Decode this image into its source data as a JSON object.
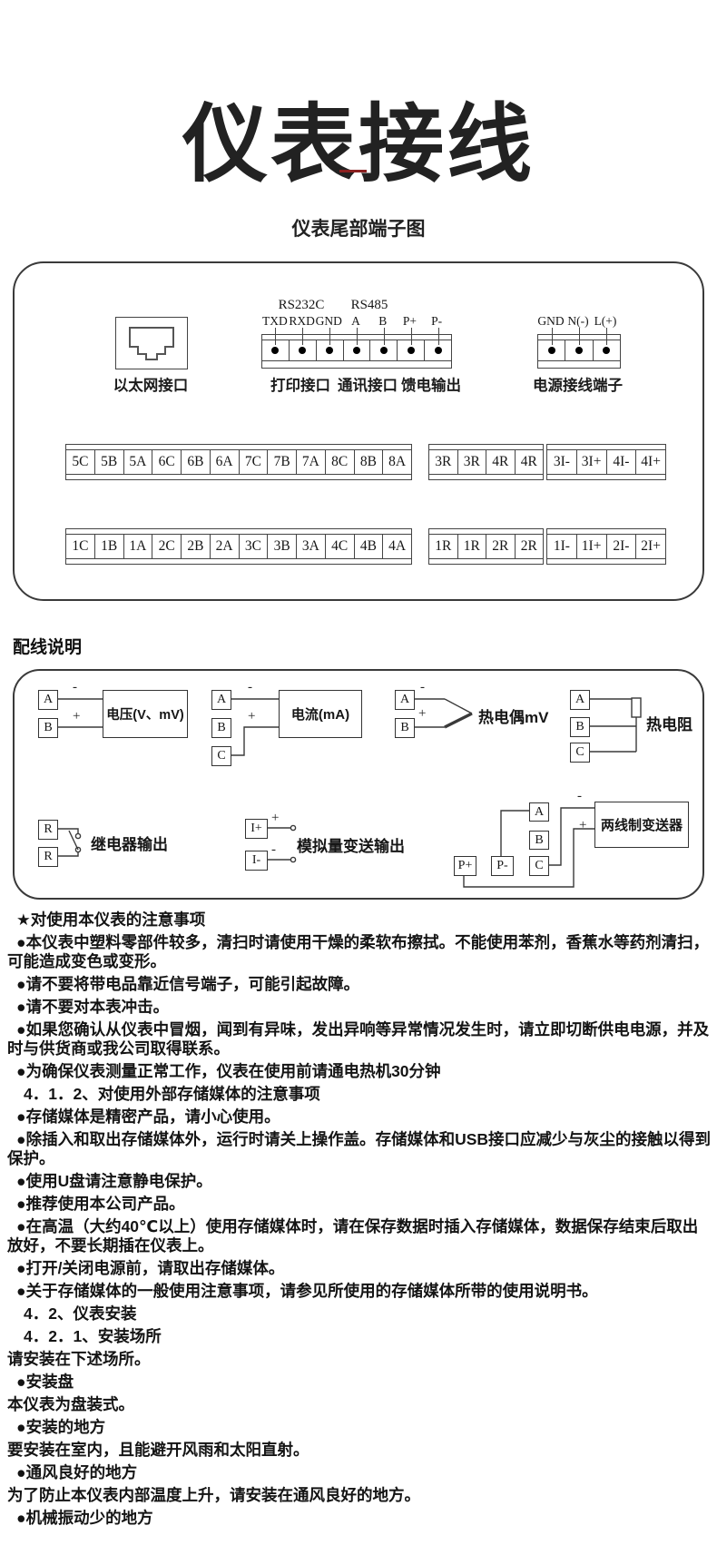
{
  "page": {
    "title": "仪表接线",
    "subtitle": "仪表尾部端子图",
    "divider_color": "#8b2020",
    "wiring_title": "配线说明"
  },
  "terminals": {
    "ethernet_label": "以太网接口",
    "rs232c_label": "RS232C",
    "rs485_label": "RS485",
    "comm_pins": [
      "TXD",
      "RXD",
      "GND",
      "A",
      "B",
      "P+",
      "P-"
    ],
    "print_label": "打印接口",
    "comm_label": "通讯接口",
    "feed_label": "馈电输出",
    "power_pins": [
      "GND",
      "N(-)",
      "L(+)"
    ],
    "power_label": "电源接线端子",
    "row1_main": [
      "5C",
      "5B",
      "5A",
      "6C",
      "6B",
      "6A",
      "7C",
      "7B",
      "7A",
      "8C",
      "8B",
      "8A"
    ],
    "row1_relay": [
      "3R",
      "3R",
      "4R",
      "4R"
    ],
    "row1_current": [
      "3I-",
      "3I+",
      "4I-",
      "4I+"
    ],
    "row2_main": [
      "1C",
      "1B",
      "1A",
      "2C",
      "2B",
      "2A",
      "3C",
      "3B",
      "3A",
      "4C",
      "4B",
      "4A"
    ],
    "row2_relay": [
      "1R",
      "1R",
      "2R",
      "2R"
    ],
    "row2_current": [
      "1I-",
      "1I+",
      "2I-",
      "2I+"
    ]
  },
  "wiring": {
    "voltage": {
      "t1": "A",
      "t2": "B",
      "minus": "-",
      "plus": "+",
      "label": "电压(V、mV)"
    },
    "current": {
      "t1": "A",
      "t2": "B",
      "t3": "C",
      "minus": "-",
      "plus": "+",
      "label": "电流(mA)"
    },
    "thermocouple": {
      "t1": "A",
      "t2": "B",
      "minus": "-",
      "plus": "+",
      "label": "热电偶mV"
    },
    "rtd": {
      "t1": "A",
      "t2": "B",
      "t3": "C",
      "label": "热电阻"
    },
    "relay": {
      "t1": "R",
      "t2": "R",
      "label": "继电器输出"
    },
    "analog_out": {
      "t1": "I+",
      "t2": "I-",
      "plus": "+",
      "minus": "-",
      "label": "模拟量变送输出"
    },
    "transmitter": {
      "p_plus": "P+",
      "p_minus": "P-",
      "t1": "A",
      "t2": "B",
      "t3": "C",
      "minus": "-",
      "plus": "+",
      "label": "两线制变送器"
    }
  },
  "notes": [
    {
      "cls": "note star",
      "text": "★对使用本仪表的注意事项"
    },
    {
      "cls": "note bullet",
      "text": "●本仪表中塑料零部件较多，清扫时请使用干燥的柔软布擦拭。不能使用苯剂，香蕉水等药剂清扫，可能造成变色或变形。"
    },
    {
      "cls": "note bullet",
      "text": "●请不要将带电品靠近信号端子，可能引起故障。"
    },
    {
      "cls": "note bullet",
      "text": "●请不要对本表冲击。"
    },
    {
      "cls": "note bullet",
      "text": "●如果您确认从仪表中冒烟，闻到有异味，发出异响等异常情况发生时，请立即切断供电电源，并及时与供货商或我公司取得联系。"
    },
    {
      "cls": "note bullet",
      "text": "●为确保仪表测量正常工作，仪表在使用前请通电热机30分钟"
    },
    {
      "cls": "note num",
      "text": "4．1．2、对使用外部存储媒体的注意事项"
    },
    {
      "cls": "note bullet",
      "text": "●存储媒体是精密产品，请小心使用。"
    },
    {
      "cls": "note bullet",
      "text": "●除插入和取出存储媒体外，运行时请关上操作盖。存储媒体和USB接口应减少与灰尘的接触以得到保护。"
    },
    {
      "cls": "note bullet",
      "text": "●使用U盘请注意静电保护。"
    },
    {
      "cls": "note bullet",
      "text": "●推荐使用本公司产品。"
    },
    {
      "cls": "note bullet",
      "text": "●在高温（大约40℃以上）使用存储媒体时，请在保存数据时插入存储媒体，数据保存结束后取出放好，不要长期插在仪表上。"
    },
    {
      "cls": "note bullet",
      "text": "●打开/关闭电源前，请取出存储媒体。"
    },
    {
      "cls": "note bullet",
      "text": "●关于存储媒体的一般使用注意事项，请参见所使用的存储媒体所带的使用说明书。"
    },
    {
      "cls": "note num",
      "text": "4．2、仪表安装"
    },
    {
      "cls": "note num",
      "text": "4．2．1、安装场所"
    },
    {
      "cls": "note plain",
      "text": "请安装在下述场所。"
    },
    {
      "cls": "note bullet",
      "text": "●安装盘"
    },
    {
      "cls": "note plain",
      "text": "本仪表为盘装式。"
    },
    {
      "cls": "note bullet",
      "text": "●安装的地方"
    },
    {
      "cls": "note plain",
      "text": "要安装在室内，且能避开风雨和太阳直射。"
    },
    {
      "cls": "note bullet",
      "text": "●通风良好的地方"
    },
    {
      "cls": "note plain",
      "text": "为了防止本仪表内部温度上升，请安装在通风良好的地方。"
    },
    {
      "cls": "note bullet",
      "text": "●机械振动少的地方"
    }
  ]
}
